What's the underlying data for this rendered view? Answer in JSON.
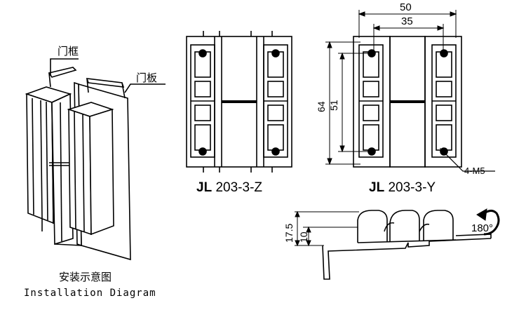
{
  "labels": {
    "door_frame": "门框",
    "door_panel": "门板",
    "install_cn": "安装示意图",
    "install_en": "Installation Diagram",
    "model_z_prefix": "JL",
    "model_z_code": "203-3-Z",
    "model_y_prefix": "JL",
    "model_y_code": "203-3-Y",
    "screw": "4-M5",
    "rotation": "180°"
  },
  "dimensions": {
    "overall_width": "50",
    "hole_spacing_x": "35",
    "overall_height": "64",
    "hole_spacing_y": "51",
    "side_height": "17.5",
    "side_inner": "10"
  }
}
